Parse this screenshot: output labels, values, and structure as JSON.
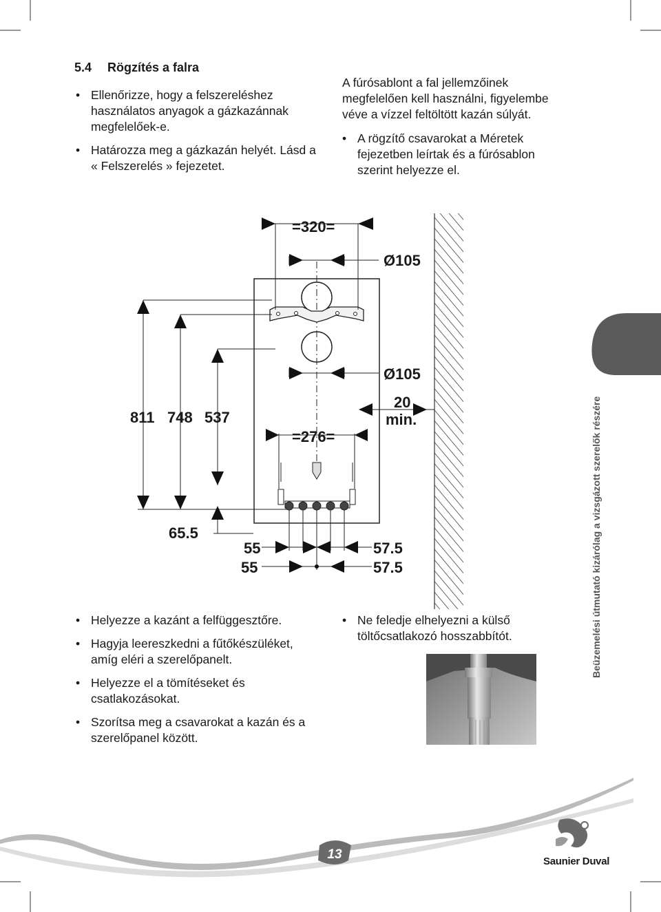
{
  "section": {
    "number": "5.4",
    "title": "Rögzítés a falra"
  },
  "left_bullets_top": [
    "Ellenőrizze, hogy a felszereléshez használatos anyagok a gázkazánnak megfelelőek-e.",
    "Határozza meg a gázkazán helyét. Lásd a « Felszerelés » fejezetet."
  ],
  "right_paragraph": "A fúrósablont a fal jellemzőinek megfelelően kell használni, figyelembe véve a vízzel feltöltött kazán súlyát.",
  "right_bullets_top": [
    "A rögzítő csavarokat a Méretek fejezetben leírtak és a fúrósablon szerint helyezze el."
  ],
  "diagram": {
    "width_top": "=320=",
    "diam_top": "Ø105",
    "diam_mid": "Ø105",
    "h811": "811",
    "h748": "748",
    "h537": "537",
    "width_mid": "=276=",
    "min_gap_a": "20",
    "min_gap_b": "min.",
    "h_bottom": "65.5",
    "l55a": "55",
    "l55b": "55",
    "r575a": "57.5",
    "r575b": "57.5"
  },
  "left_bullets_bottom": [
    "Helyezze a kazánt a felfüggesztőre.",
    "Hagyja leereszkedni a fűtőkészüléket, amíg eléri a szerelőpanelt.",
    "Helyezze el a tömítéseket és csatlakozásokat.",
    "Szorítsa meg a csavarokat a kazán és a szerelőpanel között."
  ],
  "right_bullets_bottom": [
    "Ne feledje elhelyezni a külső töltőcsatlakozó hosszabbítót."
  ],
  "side_text": "Beüzemelési útmutató kizárólag a vizsgázott szerelők részére",
  "page_number": "13",
  "brand": "Saunier Duval"
}
